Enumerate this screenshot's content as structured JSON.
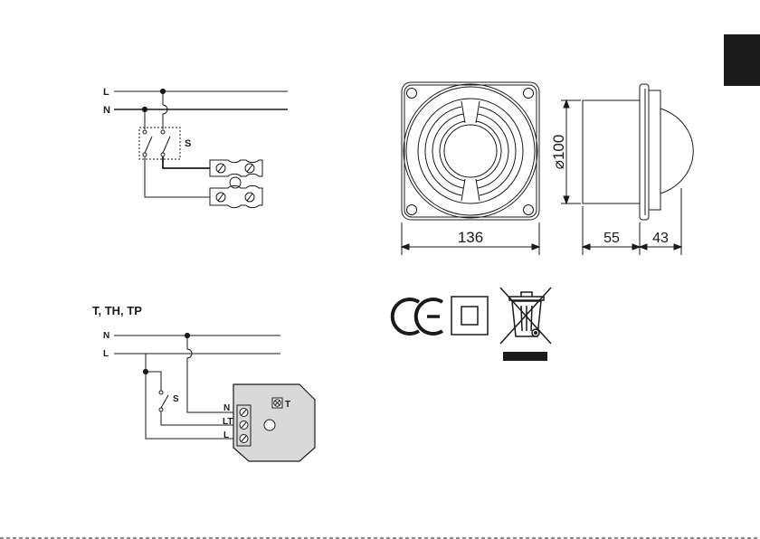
{
  "wiring1": {
    "line_label": "L",
    "neutral_label": "N",
    "switch_label": "S"
  },
  "wiring2": {
    "variant_label": "T, TH, TP",
    "neutral_label": "N",
    "line_label": "L",
    "switch_label": "S",
    "terminal_n": "N",
    "terminal_lt": "LT",
    "terminal_l": "L",
    "timer_label": "T"
  },
  "dimensions": {
    "diameter": "⌀100",
    "width": "136",
    "depth": "55",
    "protrusion": "43"
  },
  "marks": {
    "ce_mark": "CE",
    "class2_symbol": "double-insulation-icon",
    "weee_symbol": "crossed-bin-icon"
  },
  "colors": {
    "ink": "#1a1a1a",
    "tab": "#1a1a1a",
    "box_fill": "#d9d9d9"
  }
}
